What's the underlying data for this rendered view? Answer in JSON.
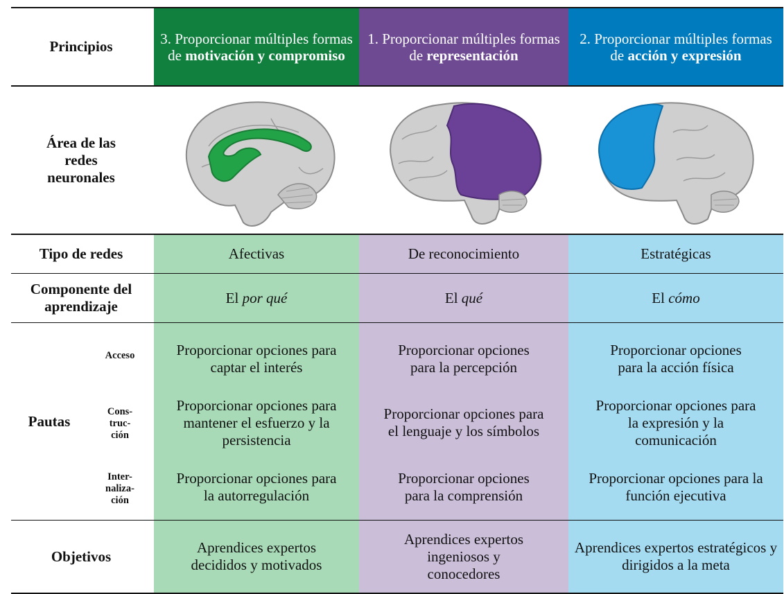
{
  "colors": {
    "motivation": "#117f3e",
    "representation": "#6d4a92",
    "action": "#007bbd",
    "affective_bg": "#a8dab7",
    "recognition_bg": "#cbbed9",
    "strategic_bg": "#a5dbf1"
  },
  "row_labels": {
    "principios": "Principios",
    "area": "Área de las redes neuronales",
    "tipo": "Tipo de redes",
    "componente": "Componente del aprendizaje",
    "pautas": "Pautas",
    "objetivos": "Objetivos"
  },
  "pautas_sub": {
    "acceso": "Acceso",
    "construccion": "Cons- truc- ción",
    "internalizacion": "Inter- naliza- ción"
  },
  "columns": [
    {
      "header_pre": "3. Proporcionar múltiples formas de ",
      "header_bold": "motivación y compromiso",
      "brain_icon": "brain-limbic-highlight-icon",
      "tipo": "Afectivas",
      "componente_pre": "El ",
      "componente_em": "por qué",
      "acceso": "Proporcionar opciones para captar el interés",
      "construccion": "Proporcionar opciones para mantener el esfuerzo y la persistencia",
      "internalizacion": "Proporcionar opciones para la autorregulación",
      "objetivo": "Aprendices expertos decididos y motivados"
    },
    {
      "header_pre": "1. Proporcionar múltiples formas de ",
      "header_bold": "representación",
      "brain_icon": "brain-posterior-highlight-icon",
      "tipo": "De reconocimiento",
      "componente_pre": "El ",
      "componente_em": "qué",
      "acceso": "Proporcionar opciones para la percepción",
      "construccion": "Proporcionar opciones para el lenguaje y los símbolos",
      "internalizacion": "Proporcionar opciones para la comprensión",
      "objetivo": "Aprendices expertos ingeniosos y conocedores"
    },
    {
      "header_pre": "2. Proporcionar múltiples formas de ",
      "header_bold": "acción y expresión",
      "brain_icon": "brain-frontal-highlight-icon",
      "tipo": "Estratégicas",
      "componente_pre": "El ",
      "componente_em": "cómo",
      "acceso": "Proporcionar opciones para la acción física",
      "construccion": "Proporcionar opciones para la expresión y la comunicación",
      "internalizacion": "Proporcionar opciones para la función ejecutiva",
      "objetivo": "Aprendices expertos estratégicos y dirigidos a la meta"
    }
  ]
}
